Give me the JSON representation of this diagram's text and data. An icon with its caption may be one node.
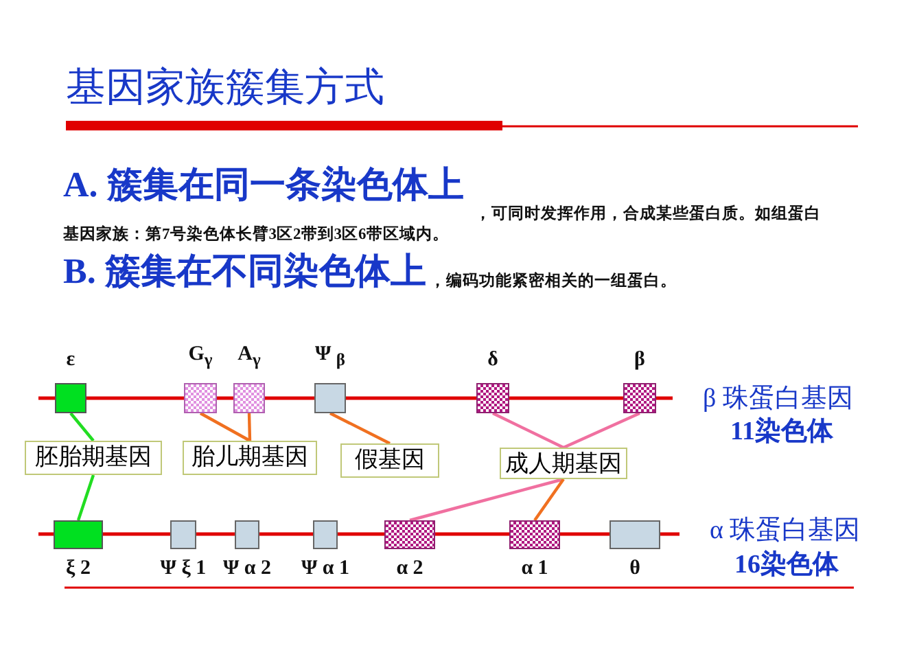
{
  "diagram": {
    "title": "基因家族簇集方式",
    "nodes": [
      {
        "text": [
          "ε"
        ]
      },
      {
        "text": [
          "G$_{γ}$"
        ]
      },
      {
        "text": [
          "A$_{γ}$"
        ]
      },
      {
        "text": [
          "Ψ $_{β}$"
        ]
      },
      {
        "text": [
          "δ"
        ]
      },
      {
        "text": [
          "β"
        ]
      },
      {
        "text": [
          "胚胎期基因"
        ]
      },
      {
        "text": [
          "胎儿期基因"
        ]
      },
      {
        "text": [
          "假基因"
        ]
      },
      {
        "text": [
          "成人期基因"
        ]
      },
      {
        "text": [
          "ξ 2"
        ]
      },
      {
        "text": [
          "Ψ ξ 1"
        ]
      },
      {
        "text": [
          "Ψ α 2"
        ]
      },
      {
        "text": [
          "Ψ α 1"
        ]
      },
      {
        "text": [
          "α 2"
        ]
      },
      {
        "text": [
          "α 1"
        ]
      },
      {
        "text": [
          "θ"
        ]
      }
    ],
    "edges": [
      {
        "from": 0,
        "to": 6,
        "arrow": "none",
        "color": "#22dd22"
      },
      {
        "from": 6,
        "to": 10,
        "arrow": "none",
        "color": "#22dd22"
      },
      {
        "from": 1,
        "to": 7,
        "arrow": "none"
      },
      {
        "from": 2,
        "to": 7,
        "arrow": "none"
      },
      {
        "from": 3,
        "to": 8,
        "arrow": "none"
      },
      {
        "from": 4,
        "to": 9,
        "arrow": "none",
        "color": "#f070a0"
      },
      {
        "from": 5,
        "to": 9,
        "arrow": "none",
        "color": "#f070a0"
      },
      {
        "from": 9,
        "to": 14,
        "arrow": "none",
        "color": "#f070a0"
      },
      {
        "from": 9,
        "to": 15,
        "arrow": "none"
      }
    ],
    "labels": [
      "A. 簇集在同一条染色体上",
      "，可同时发挥作用，合成某些蛋白质。如组蛋白基因家族：第7号染色体长臂3区2带到3区6带区域内。",
      "B. 簇集在不同染色体上",
      "，编码功能紧密相关的一组蛋白。",
      "β 珠蛋白基因",
      "11染色体",
      "α 珠蛋白基因",
      "16染色体"
    ]
  }
}
